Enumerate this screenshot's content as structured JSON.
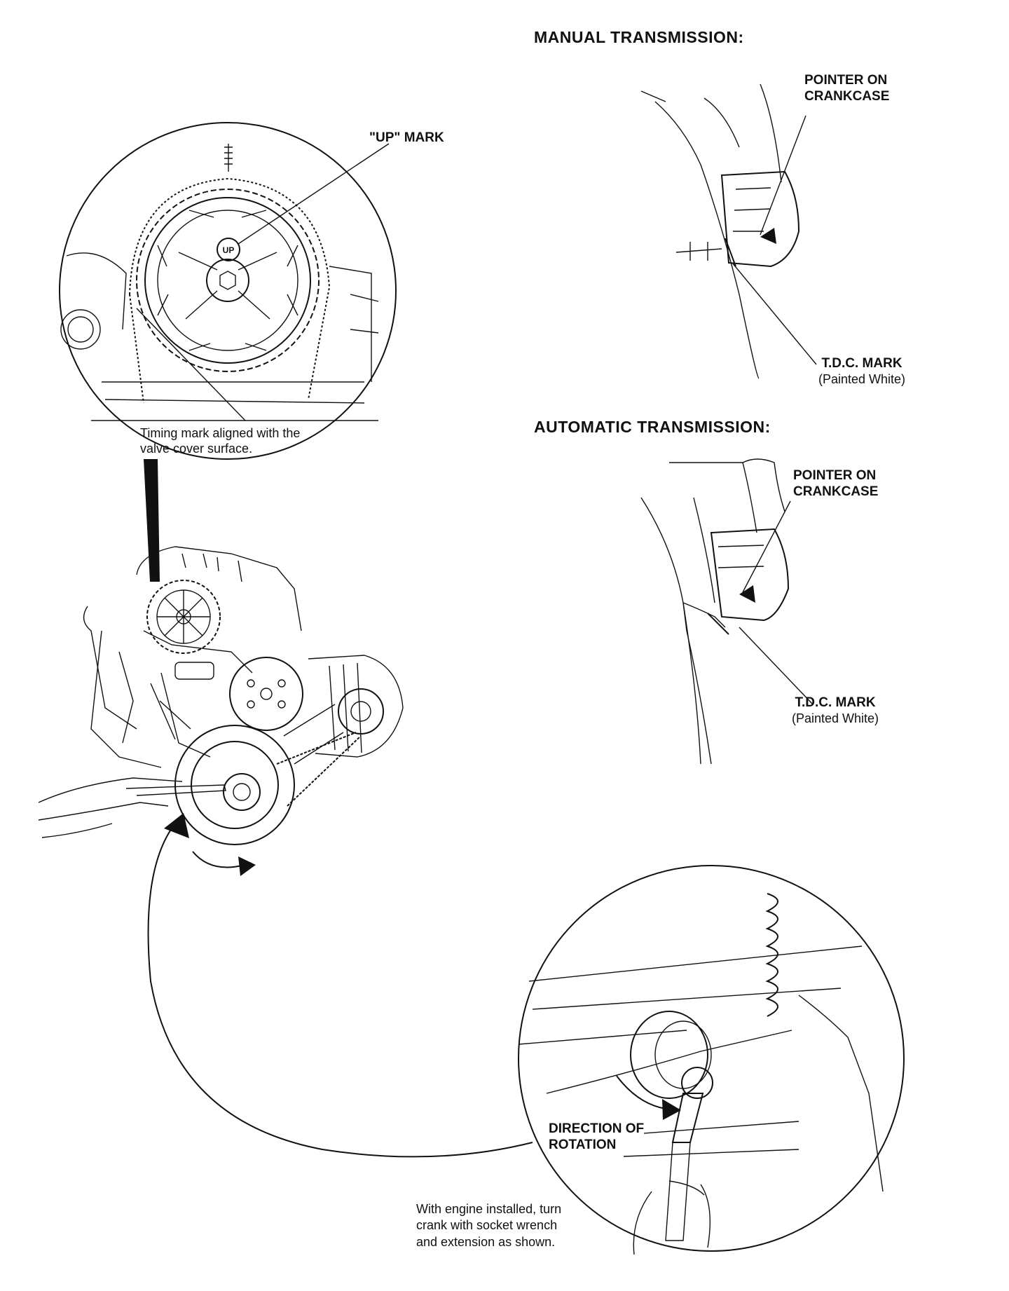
{
  "headings": {
    "manual": "MANUAL TRANSMISSION:",
    "automatic": "AUTOMATIC TRANSMISSION:"
  },
  "cam_detail": {
    "up_mark_label": "\"UP\" MARK",
    "caption_line1": "Timing mark aligned with the",
    "caption_line2": "valve cover surface."
  },
  "manual_detail": {
    "pointer_line1": "POINTER ON",
    "pointer_line2": "CRANKCASE",
    "tdc_line1": "T.D.C. MARK",
    "tdc_line2": "(Painted White)"
  },
  "automatic_detail": {
    "pointer_line1": "POINTER ON",
    "pointer_line2": "CRANKCASE",
    "tdc_line1": "T.D.C. MARK",
    "tdc_line2": "(Painted White)"
  },
  "crank_detail": {
    "rotation_line1": "DIRECTION OF",
    "rotation_line2": "ROTATION",
    "note_line1": "With engine installed, turn",
    "note_line2": "crank with socket wrench",
    "note_line3": "and extension as shown."
  },
  "cam_pulley_up_stamp": "UP"
}
